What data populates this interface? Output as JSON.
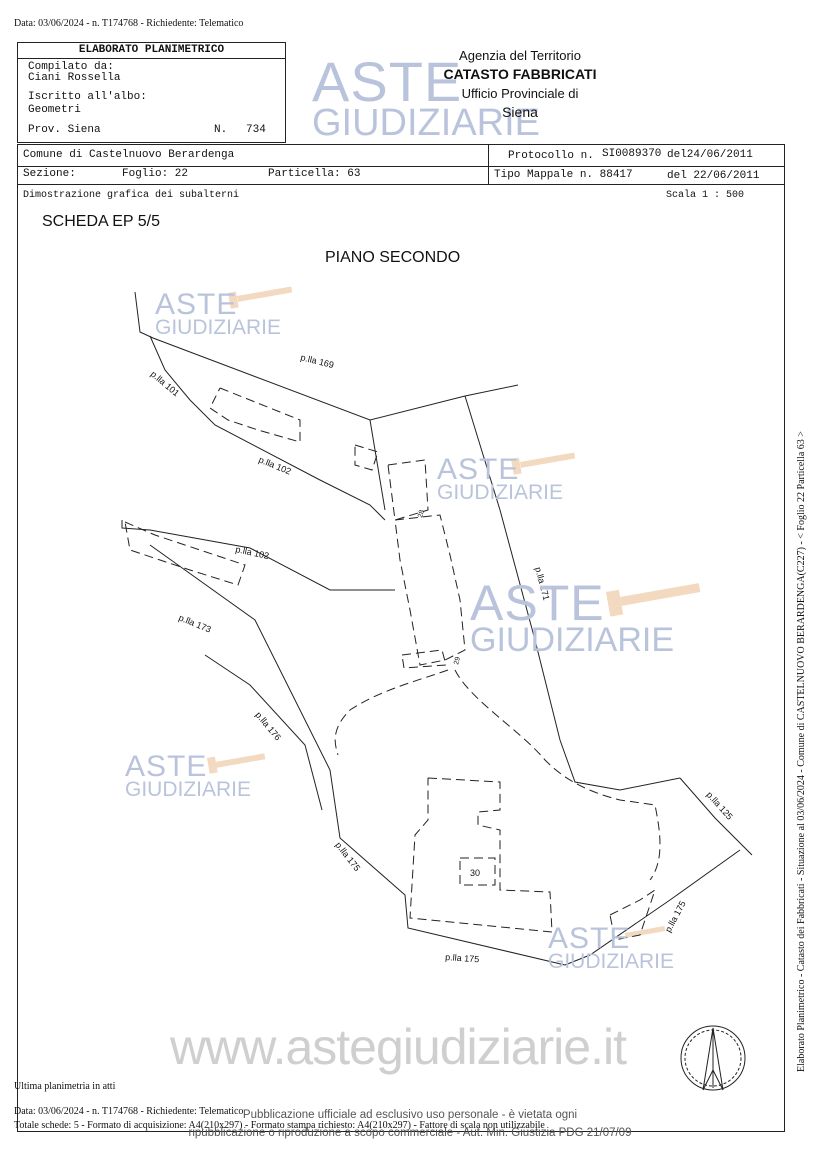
{
  "top_line": "Data: 03/06/2024 - n. T174768 - Richiedente: Telematico",
  "header": {
    "title": "ELABORATO PLANIMETRICO",
    "compilato_label": "Compilato da:",
    "compilato_value": "Ciani Rossella",
    "iscritto_label": "Iscritto all'albo:",
    "iscritto_value": "Geometri",
    "prov_label": "Prov. Siena",
    "n_label": "N.",
    "n_value": "734"
  },
  "agency": {
    "line1": "Agenzia del Territorio",
    "line2": "CATASTO FABBRICATI",
    "line3": "Ufficio Provinciale di",
    "line4": "Siena"
  },
  "info": {
    "comune": "Comune di Castelnuovo Berardenga",
    "sezione_label": "Sezione:",
    "foglio": "Foglio: 22",
    "particella": "Particella: 63",
    "protocollo_label": "Protocollo n.",
    "protocollo_value": "SI0089370",
    "protocollo_date": "del24/06/2011",
    "tipo_mappale": "Tipo Mappale n. 88417",
    "tipo_date": "del 22/06/2011",
    "dimostrazione": "Dimostrazione grafica dei subalterni",
    "scala": "Scala 1 : 500"
  },
  "scheda": "SCHEDA EP 5/5",
  "piano": "PIANO SECONDO",
  "parcels": {
    "p169": "p.lla 169",
    "p101": "p.lla 101",
    "p102a": "p.lla 102",
    "p102b": "p.lla 102",
    "p171": "p.lla 171",
    "p173": "p.lla 173",
    "p176": "p.lla 176",
    "p175a": "p.lla 175",
    "p175b": "p.lla 175",
    "p175c": "p.lla 175",
    "p125": "p.lla 125",
    "sub30": "30",
    "sub28": "28",
    "sub29": "29"
  },
  "watermark": {
    "aste": "ASTE",
    "giudiziarie": "GIUDIZIARIE",
    "site": "www.astegiudiziarie.it"
  },
  "footer": {
    "ultima": "Ultima planimetria in atti",
    "data_line": "Data: 03/06/2024 - n. T174768 - Richiedente: Telematico",
    "totale": "Totale schede: 5 - Formato di acquisizione: A4(210x297)  - Formato stampa richiesto: A4(210x297) - Fattore di scala non utilizzabile",
    "disclaimer1": "Pubblicazione ufficiale ad esclusivo uso personale - è vietata ogni",
    "disclaimer2": "ripubblicazione o riproduzione a scopo commerciale - Aut. Min. Giustizia PDG 21/07/09"
  },
  "side_text": "Elaborato Planimetrico - Catasto dei Fabbricati - Situazione al 03/06/2024 - Comune di CASTELNUOVO BERARDENGA(C227) - < Foglio 22 Particella 63 >"
}
